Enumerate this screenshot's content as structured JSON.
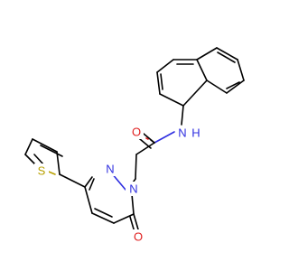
{
  "molecule": {
    "atoms": {
      "sulfur": "S",
      "ring_n1": "N",
      "ring_n2": "N",
      "amide_n": "N",
      "amide_h": "H",
      "amide_o": "O",
      "ketone_o": "O"
    },
    "colors": {
      "carbon_bond": "#000000",
      "nitrogen": "#2f2fe0",
      "oxygen": "#e01f1f",
      "sulfur": "#b8a000",
      "background": "#ffffff"
    }
  }
}
